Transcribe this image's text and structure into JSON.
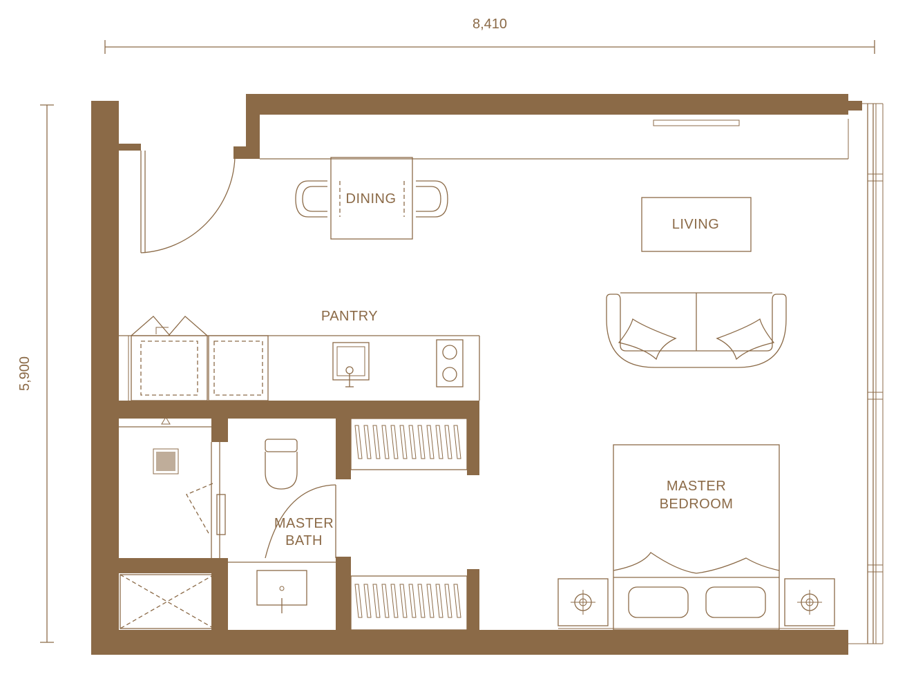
{
  "dimensions": {
    "width_label": "8,410",
    "height_label": "5,900"
  },
  "rooms": {
    "dining": "DINING",
    "living": "LIVING",
    "pantry": "PANTRY",
    "master_bath_line1": "MASTER",
    "master_bath_line2": "BATH",
    "master_bedroom_line1": "MASTER",
    "master_bedroom_line2": "BEDROOM"
  },
  "colors": {
    "wall": "#8b6a47",
    "background": "#ffffff"
  }
}
